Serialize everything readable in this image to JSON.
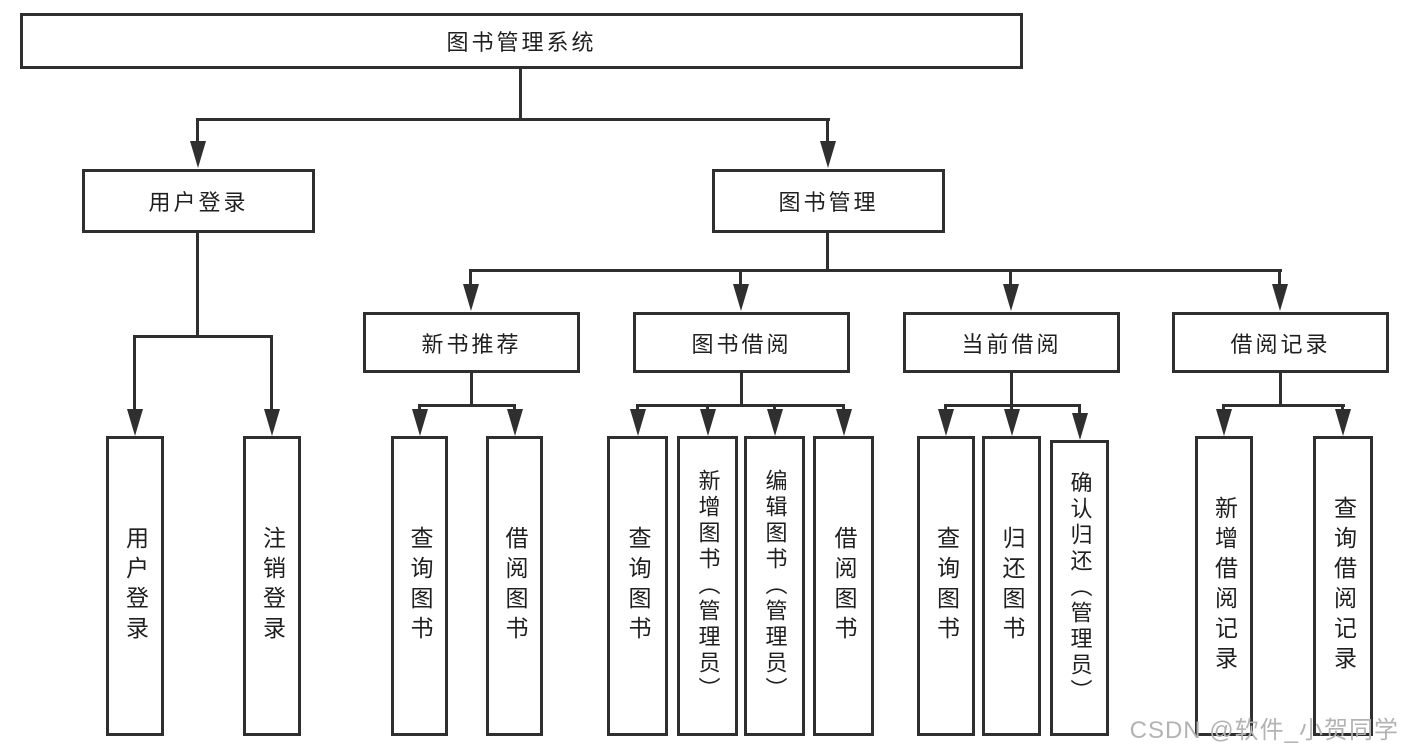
{
  "colors": {
    "line": "#2f2f2f",
    "box_border": "#2f2f2f",
    "text": "#1f1f1f",
    "watermark": "#b3b3b3",
    "background": "#ffffff"
  },
  "watermark": {
    "text": "CSDN @软件_小贺同学"
  },
  "diagram": {
    "type": "tree",
    "root": {
      "label": "图书管理系统"
    },
    "level2": [
      {
        "label": "用户登录",
        "children": [
          {
            "label": "用户登录"
          },
          {
            "label": "注销登录"
          }
        ]
      },
      {
        "label": "图书管理",
        "groups": [
          {
            "label": "新书推荐",
            "children": [
              {
                "label": "查询图书"
              },
              {
                "label": "借阅图书"
              }
            ]
          },
          {
            "label": "图书借阅",
            "children": [
              {
                "label": "查询图书"
              },
              {
                "label": "新增图书（管理员）"
              },
              {
                "label": "编辑图书（管理员）"
              },
              {
                "label": "借阅图书"
              }
            ]
          },
          {
            "label": "当前借阅",
            "children": [
              {
                "label": "查询图书"
              },
              {
                "label": "归还图书"
              },
              {
                "label": "确认归还（管理员）"
              }
            ]
          },
          {
            "label": "借阅记录",
            "children": [
              {
                "label": "新增借阅记录"
              },
              {
                "label": "查询借阅记录"
              }
            ]
          }
        ]
      }
    ]
  }
}
